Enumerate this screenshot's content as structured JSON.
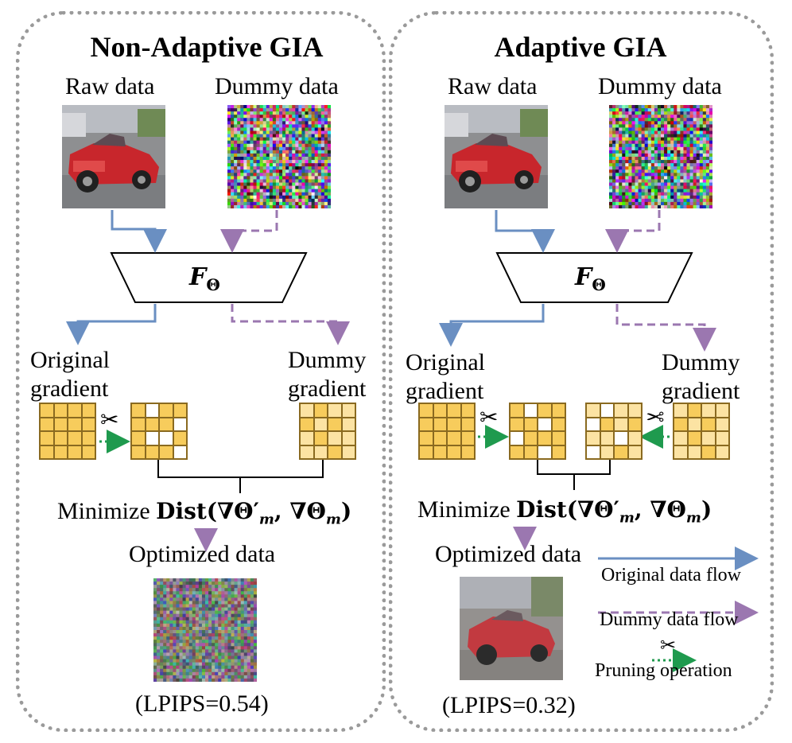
{
  "left_panel": {
    "title": "Non-Adaptive GIA",
    "raw_label": "Raw data",
    "dummy_label": "Dummy data",
    "model_label": "F",
    "model_sub": "Θ",
    "orig_grad_label": [
      "Original",
      "gradient"
    ],
    "dummy_grad_label": [
      "Dummy",
      "gradient"
    ],
    "minimize_text": "Minimize",
    "dist_text": "Dist(∇Θ′",
    "dist_sub1": "m",
    "dist_mid": ", ∇Θ",
    "dist_sub2": "m",
    "dist_end": ")",
    "optimized_label": "Optimized data",
    "lpips": "(LPIPS=0.54)"
  },
  "right_panel": {
    "title": "Adaptive GIA",
    "raw_label": "Raw data",
    "dummy_label": "Dummy data",
    "model_label": "F",
    "model_sub": "Θ",
    "orig_grad_label": [
      "Original",
      "gradient"
    ],
    "dummy_grad_label": [
      "Dummy",
      "gradient"
    ],
    "minimize_text": "Minimize",
    "dist_text": "Dist(∇Θ′",
    "dist_sub1": "m",
    "dist_mid": ", ∇Θ",
    "dist_sub2": "m",
    "dist_end": ")",
    "optimized_label": "Optimized data",
    "lpips": "(LPIPS=0.32)"
  },
  "legend": {
    "original_flow": "Original data flow",
    "dummy_flow": "Dummy data flow",
    "pruning": "Pruning operation"
  },
  "colors": {
    "original_flow": "#6a8fc2",
    "dummy_flow": "#9b77b0",
    "pruning": "#1f9a4e",
    "grad_cell": "#f7cc5c",
    "grad_cell_light": "#fce3a3",
    "panel_border": "#9a9a9a"
  },
  "icons": [
    "scissors-icon",
    "car-image",
    "noise-image"
  ]
}
